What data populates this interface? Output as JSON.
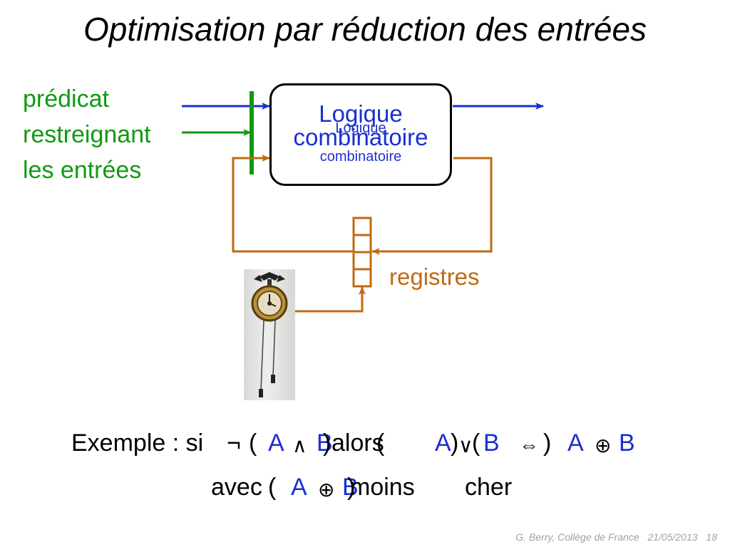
{
  "title": "Optimisation par réduction des entrées",
  "predicate_lines": [
    "prédicat",
    "restreignant",
    "les entrées"
  ],
  "logic_box": {
    "label_line1": "Logique",
    "label_line2": "combinatoire",
    "small_line1": "Logique",
    "small_line2": "combinatoire"
  },
  "registers_label": "registres",
  "example": {
    "lead": "Exemple : si",
    "not_sym": "¬",
    "open1": "(",
    "a1": "A",
    "and_sym": "∧",
    "b1": "B",
    "close1": ")",
    "alors": "alors",
    "open2": "(",
    "a2": "A",
    "close2": ")",
    "or_sym": "∨",
    "open3": "(",
    "b2": "B",
    "close3": ")",
    "equiv_sym": "⇔",
    "a3": "A",
    "xor_sym1": "⊕",
    "b3": "B"
  },
  "example2": {
    "avec": "avec",
    "open": "(",
    "a": "A",
    "xor_sym": "⊕",
    "b": "B",
    "close": ")",
    "moins": "moins",
    "cher": "cher"
  },
  "footer": {
    "author": "G. Berry, Collège de France",
    "date": "21/05/2013",
    "page": "18"
  },
  "colors": {
    "blue": "#1a2fd0",
    "green": "#119911",
    "orange": "#c06a10"
  }
}
